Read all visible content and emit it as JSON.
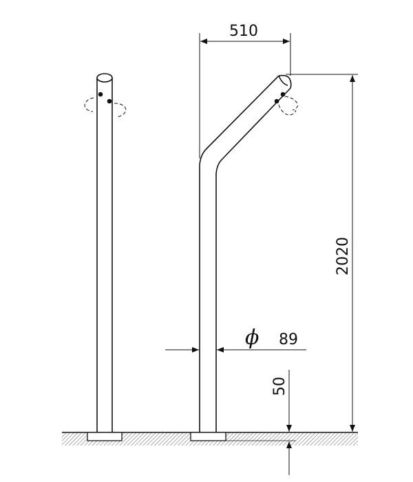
{
  "drawing": {
    "dimensions": {
      "offset": "510",
      "height": "2020",
      "diameter_symbol": "ϕ",
      "diameter": "89",
      "foundation": "50"
    },
    "colors": {
      "line": "#111111",
      "hatch": "#777777"
    }
  }
}
